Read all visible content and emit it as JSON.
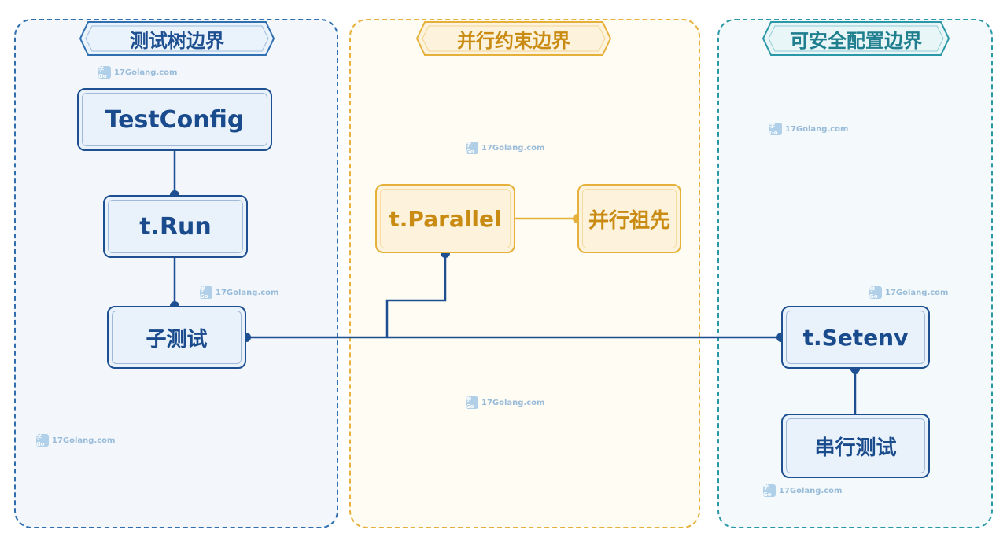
{
  "panels": {
    "left": {
      "title": "测试树边界"
    },
    "mid": {
      "title": "并行约束边界"
    },
    "right": {
      "title": "可安全配置边界"
    }
  },
  "nodes": {
    "testconfig": "TestConfig",
    "trun": "t.Run",
    "subtest": "子测试",
    "tparallel": "t.Parallel",
    "ancestor": "并行祖先",
    "tsetenv": "t.Setenv",
    "serial": "串行测试"
  },
  "watermark": {
    "text": "17Golang.com",
    "logo": "学Go"
  },
  "colors": {
    "blue": "#1d4f91",
    "gold": "#e6b13a",
    "teal": "#2a98a6"
  }
}
